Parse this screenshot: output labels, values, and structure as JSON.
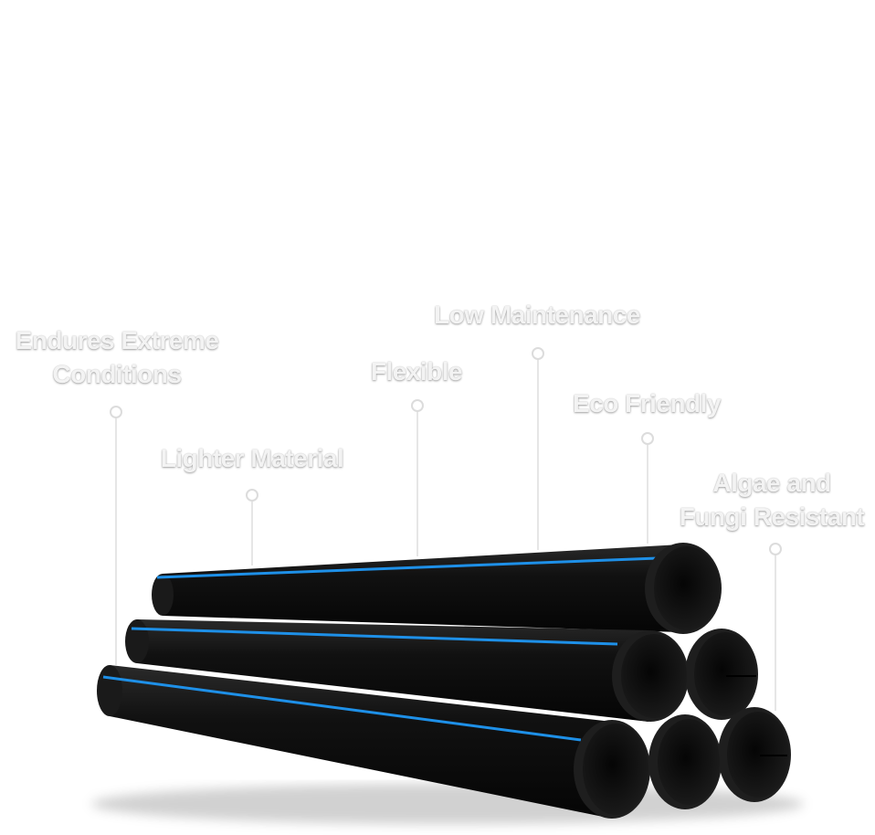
{
  "features": [
    {
      "id": "extreme",
      "lines": [
        "Endures Extreme",
        "Conditions"
      ]
    },
    {
      "id": "lighter",
      "lines": [
        "Lighter Material"
      ]
    },
    {
      "id": "flexible",
      "lines": [
        "Flexible"
      ]
    },
    {
      "id": "low-maintenance",
      "lines": [
        "Low Maintenance"
      ]
    },
    {
      "id": "eco",
      "lines": [
        "Eco Friendly"
      ]
    },
    {
      "id": "algae",
      "lines": [
        "Algae and",
        "Fungi Resistant"
      ]
    }
  ],
  "colors": {
    "label_text": "#f3f3f3",
    "leader": "#e6e6e6",
    "pipe_body": "#0d0d0d",
    "pipe_stripe": "#1e90e8",
    "background": "#ffffff"
  },
  "image": {
    "subject": "stack-of-black-hdpe-pipes-with-blue-stripes"
  }
}
